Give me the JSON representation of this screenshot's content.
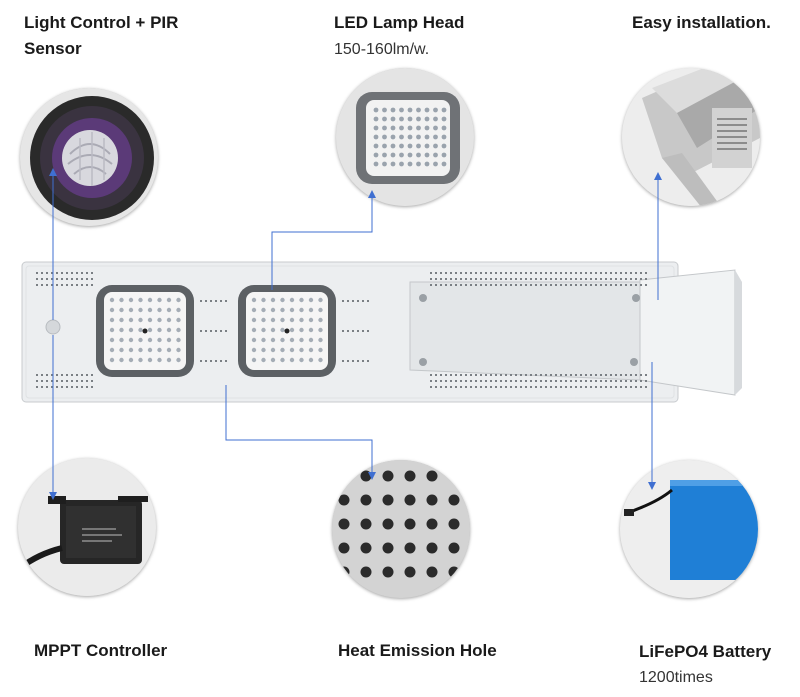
{
  "features": {
    "sensor": {
      "title_line1": "Light Control + PIR",
      "title_line2": "Sensor"
    },
    "lamp_head": {
      "title": "LED Lamp Head",
      "spec": "150-160lm/w."
    },
    "installation": {
      "title": "Easy installation."
    },
    "controller": {
      "title": "MPPT Controller"
    },
    "heat_hole": {
      "title": "Heat Emission Hole"
    },
    "battery": {
      "title": "LiFePO4 Battery",
      "spec": "1200times"
    }
  },
  "colors": {
    "connector": "#3f6fd1",
    "fixture_body": "#e9ecee",
    "battery": "#1f7fd6"
  },
  "icons": [
    "pir-sensor-icon",
    "led-module-icon",
    "mounting-bracket-icon",
    "controller-box-icon",
    "perforated-plate-icon",
    "battery-pack-icon"
  ]
}
